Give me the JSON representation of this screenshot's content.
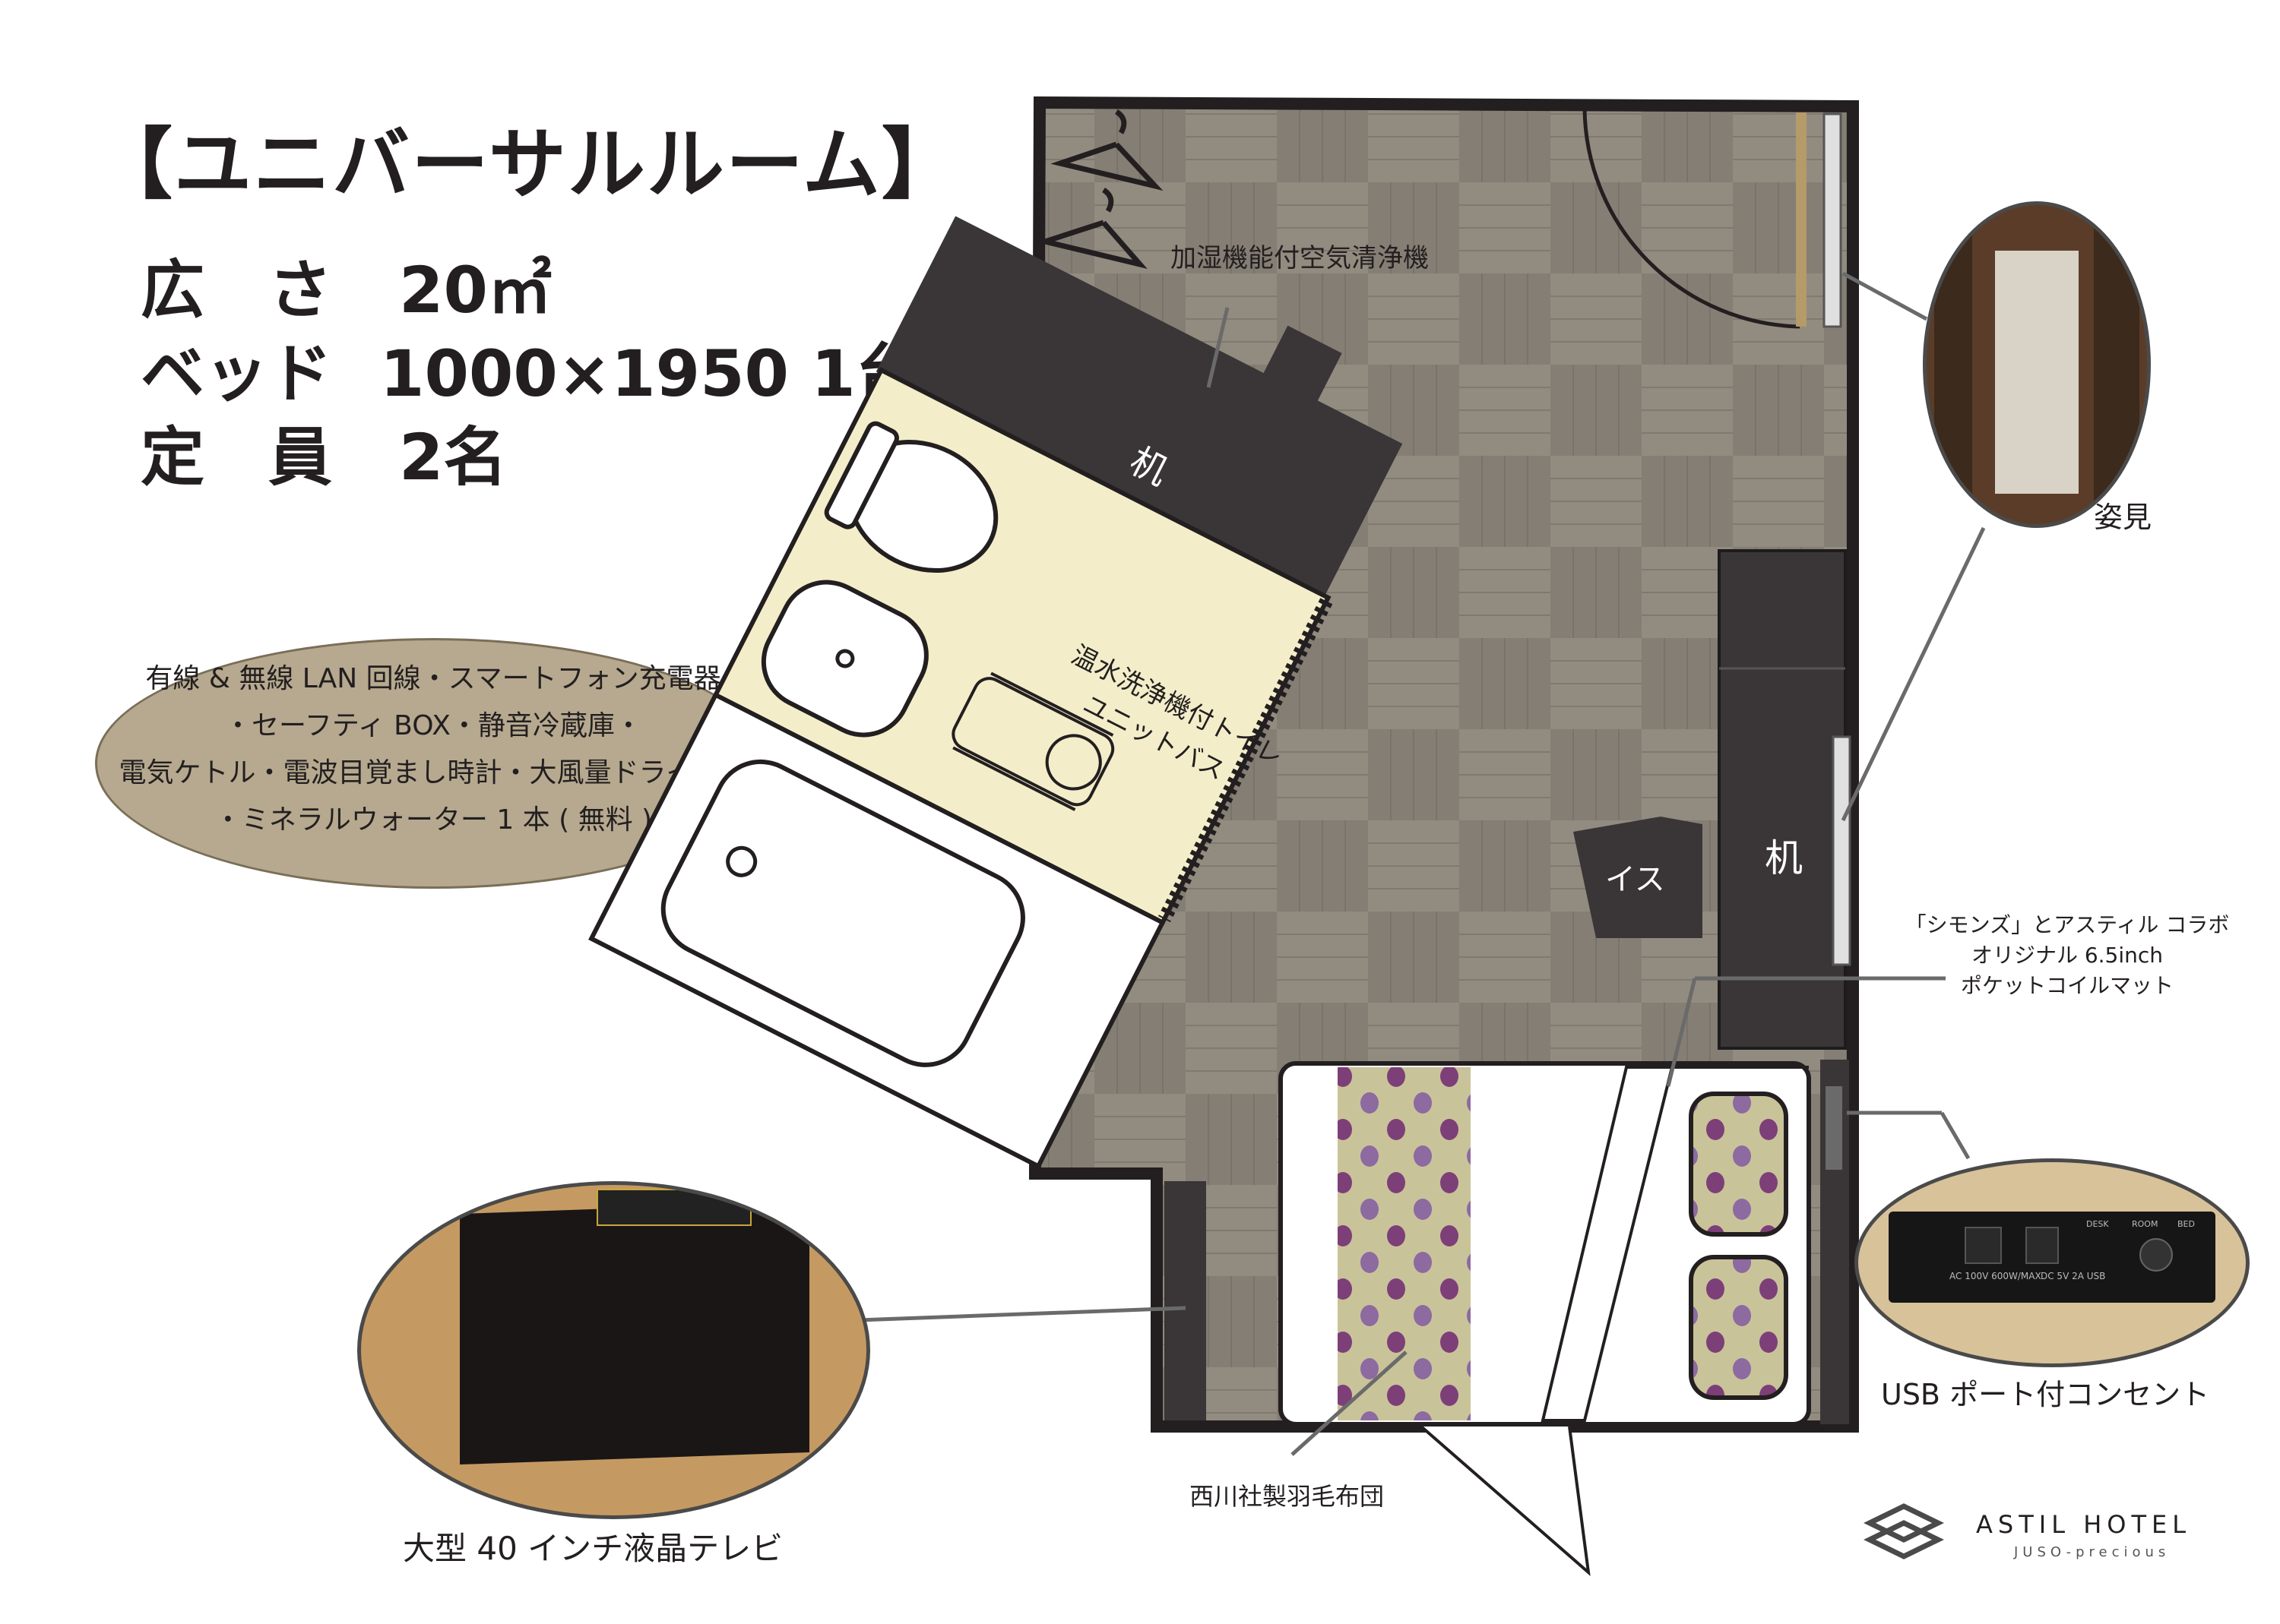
{
  "title": "【ユニバーサルルーム】",
  "specs": [
    {
      "label": "広　さ",
      "value": "20㎡"
    },
    {
      "label": "ベッド",
      "value": "1000×1950 1台"
    },
    {
      "label": "定　員",
      "value": "2名"
    }
  ],
  "amenities": [
    "有線 & 無線 LAN 回線・スマートフォン充電器",
    "・セーフティ BOX・静音冷蔵庫・",
    "電気ケトル・電波目覚まし時計・大風量ドライヤー",
    "・ミネラルウォーター 1 本 ( 無料 )"
  ],
  "floorplan": {
    "air_purifier": "加湿機能付空気清浄機",
    "desk_top": "机",
    "toilet": "温水洗浄機付トイレ",
    "unit_bath": "ユニットバス",
    "chair": "イス",
    "desk_right": "机"
  },
  "callouts": {
    "mirror": "姿見",
    "mattress": [
      "「シモンズ」とアスティル コラボ",
      "オリジナル 6.5inch",
      "ポケットコイルマット"
    ],
    "usb": "USB ポート付コンセント",
    "futon": "西川社製羽毛布団",
    "tv": "大型 40 インチ液晶テレビ"
  },
  "outlet_panel": {
    "ac": "AC 100V 600W/MAX",
    "usb": "DC 5V 2A USB",
    "desk": "DESK",
    "room": "ROOM",
    "bed": "BED"
  },
  "brand": {
    "name": "ASTIL HOTEL",
    "sub": "JUSO-precious"
  },
  "colors": {
    "carpet": "#857e74",
    "furniture": "#3a3637",
    "bathroom": "#f3eec9",
    "amenities_bg": "#b6a98f"
  }
}
